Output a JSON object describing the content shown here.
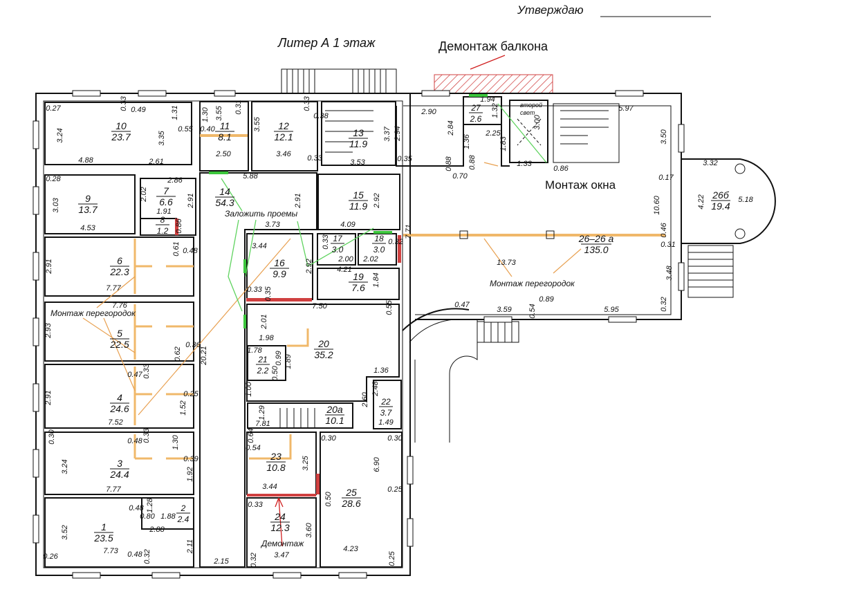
{
  "header": {
    "approve": "Утверждаю",
    "title": "Литер А   1 этаж"
  },
  "notes": {
    "balcony_demolition": "Демонтаж балкона",
    "window_install": "Монтаж окна",
    "close_openings": "Заложить проемы",
    "partitions_left": "Монтаж перегородок",
    "partitions_right": "Монтаж перегородок",
    "demolition": "Демонтаж",
    "second_light": "второй",
    "second_light_2": "свет"
  },
  "rooms": [
    {
      "num": "10",
      "area": "23.7"
    },
    {
      "num": "11",
      "area": "8.1"
    },
    {
      "num": "12",
      "area": "12.1"
    },
    {
      "num": "13",
      "area": "11.9"
    },
    {
      "num": "9",
      "area": "13.7"
    },
    {
      "num": "7",
      "area": "6.6"
    },
    {
      "num": "8",
      "area": "1.2"
    },
    {
      "num": "14",
      "area": "54.3"
    },
    {
      "num": "15",
      "area": "11.9"
    },
    {
      "num": "16",
      "area": "9.9"
    },
    {
      "num": "17",
      "area": "3.0"
    },
    {
      "num": "18",
      "area": "3.0"
    },
    {
      "num": "19",
      "area": "7.6"
    },
    {
      "num": "6",
      "area": "22.3"
    },
    {
      "num": "5",
      "area": "22.5"
    },
    {
      "num": "4",
      "area": "24.6"
    },
    {
      "num": "3",
      "area": "24.4"
    },
    {
      "num": "1",
      "area": "23.5"
    },
    {
      "num": "2",
      "area": "2.4"
    },
    {
      "num": "20",
      "area": "35.2"
    },
    {
      "num": "21",
      "area": "2.2"
    },
    {
      "num": "20а",
      "area": "10.1"
    },
    {
      "num": "22",
      "area": "3.7"
    },
    {
      "num": "23",
      "area": "10.8"
    },
    {
      "num": "24",
      "area": "12.3"
    },
    {
      "num": "25",
      "area": "28.6"
    },
    {
      "num": "27",
      "area": "2.6"
    },
    {
      "num": "26–26 а",
      "area": "135.0"
    },
    {
      "num": "26б",
      "area": "19.4"
    }
  ],
  "dims": [
    "0.27",
    "0.49",
    "0.33",
    "1.31",
    "3.24",
    "3.35",
    "0.55",
    "4.88",
    "2.61",
    "1.30",
    "3.55",
    "0.31",
    "0.40",
    "3.55",
    "2.50",
    "0.33",
    "0.38",
    "3.46",
    "0.33",
    "3.37",
    "3.53",
    "2.94",
    "0.35",
    "0.28",
    "3.03",
    "4.53",
    "2.02",
    "2.86",
    "1.91",
    "2.91",
    "0.86",
    "5.88",
    "2.91",
    "3.73",
    "4.09",
    "2.92",
    "0.61",
    "0.48",
    "2.91",
    "7.77",
    "3.44",
    "2.92",
    "0.33",
    "0.35",
    "0.33",
    "2.00",
    "2.02",
    "0.32",
    "4.21",
    "1.84",
    "7.71",
    "7.76",
    "7.50",
    "0.55",
    "2.93",
    "0.62",
    "0.36",
    "20.21",
    "2.01",
    "1.98",
    "1.78",
    "0.99",
    "1.89",
    "0.50",
    "0.47",
    "0.33",
    "2.91",
    "0.25",
    "1.52",
    "7.52",
    "1.00",
    "1.29",
    "7.81",
    "1.36",
    "2.48",
    "2.60",
    "1.49",
    "0.30",
    "0.48",
    "0.33",
    "1.30",
    "0.39",
    "3.24",
    "1.92",
    "7.77",
    "0.64",
    "0.54",
    "3.25",
    "3.44",
    "0.50",
    "0.30",
    "0.30",
    "6.90",
    "0.25",
    "0.48",
    "1.28",
    "0.80",
    "1.88",
    "2.88",
    "3.52",
    "7.73",
    "0.48",
    "0.32",
    "0.26",
    "2.11",
    "2.15",
    "0.33",
    "3.60",
    "3.47",
    "0.32",
    "4.23",
    "0.25",
    "2.90",
    "2.84",
    "1.94",
    "1.32",
    "2.25",
    "1.36",
    "1.83",
    "0.88",
    "0.88",
    "0.70",
    "1.33",
    "0.86",
    "3.00",
    "5.97",
    "3.50",
    "0.17",
    "10.60",
    "0.46",
    "0.31",
    "13.73",
    "3.48",
    "0.32",
    "0.47",
    "3.59",
    "0.54",
    "0.89",
    "5.95",
    "3.32",
    "4.22",
    "5.18"
  ],
  "colors": {
    "partition": "#f0b86a",
    "opening": "#5fd35f",
    "demolition": "#d02020"
  }
}
